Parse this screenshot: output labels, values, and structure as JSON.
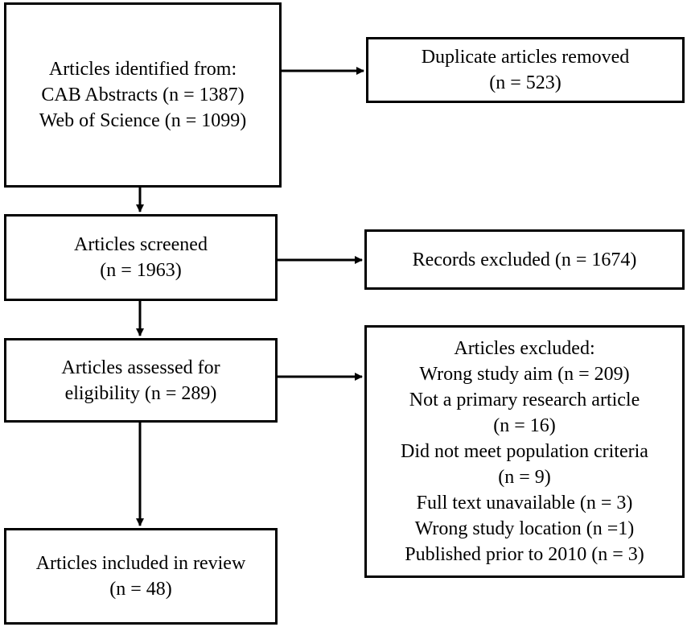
{
  "identified": {
    "lines": [
      "Articles identified from:",
      "CAB Abstracts (n = 1387)",
      "Web of Science (n = 1099)"
    ]
  },
  "duplicates": {
    "lines": [
      "Duplicate articles removed",
      "(n = 523)"
    ]
  },
  "screened": {
    "lines": [
      "Articles screened",
      "(n = 1963)"
    ]
  },
  "records_excluded": {
    "lines": [
      "Records excluded (n = 1674)"
    ]
  },
  "assessed": {
    "lines": [
      "Articles assessed for",
      "eligibility (n = 289)"
    ]
  },
  "articles_excluded": {
    "lines": [
      "Articles excluded:",
      "Wrong study aim (n = 209)",
      "Not a primary research article",
      "(n = 16)",
      "Did not meet population criteria",
      "(n = 9)",
      "Full text unavailable (n = 3)",
      "Wrong study location (n =1)",
      "Published prior to 2010 (n = 3)"
    ]
  },
  "included": {
    "lines": [
      "Articles included in review",
      "(n = 48)"
    ]
  }
}
